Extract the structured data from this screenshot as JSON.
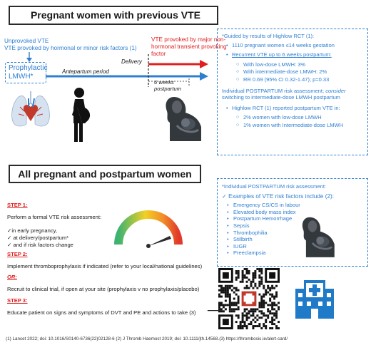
{
  "section1": {
    "title": "Pregnant women with previous VTE",
    "unprovoked_line1": "Unprovoked VTE",
    "unprovoked_line2": "VTE provoked by hormonal or minor risk factors (1)",
    "prophylactic_line1": "Prophylactic",
    "prophylactic_line2": "LMWH*",
    "antepartum_label": "Antepartum period",
    "delivery_label": "Delivery",
    "vte_provoked_major": "VTE provoked by major non-hormonal transient provoking factor",
    "six_weeks_line1": "6 weeks",
    "six_weeks_line2": "postpartum"
  },
  "panel1": {
    "intro": "*Guided by results of Highlow RCT (1):",
    "bullet_enrolled": "1110 pregnant women ≤14 weeks gestation",
    "bullet_recurrent": "Recurrent VTE up to 6 weeks postpartum:",
    "sub_low": "With low-dose LMWH: 3%",
    "sub_intermediate": "With intermediate-dose LMWH: 2%",
    "sub_rr": "RR 0.69 (95% CI 0.32-1.47); p=0.33",
    "individual_pre": "Individual POSTPARTUM risk assessment; ",
    "individual_consider": "consider",
    "individual_post": " switching to intermediate-dose LMWH postpartum",
    "bullet_reported": "Highlow RCT (1) reported postpartum VTE in:",
    "sub_2pct": "2% women with low-dose LMWH",
    "sub_1pct": "1% women with Intermediate-dose LMWH"
  },
  "section2": {
    "title": "All pregnant and postpartum women",
    "step1": "STEP 1:",
    "step1_text": "Perform a formal VTE risk assessment:",
    "check1": "✓in early pregnancy,",
    "check2": "✓ at delivery/postpartum*",
    "check3": "✓ and if risk factors change",
    "step2": "STEP 2:",
    "step2_text": "Implement thromboprophylaxis if indicated (refer to your local/national guidelines)",
    "or_label": "OR:",
    "or_text": "Recruit to clinical trial,  if open at your site (prophylaxis v no prophylaxis/placebo)",
    "step3": "STEP 3:",
    "step3_text": "Educate patient on signs and symptoms of DVT and PE and actions to take (3)",
    "arrow_glyph": "⟶"
  },
  "panel2": {
    "intro": "*Individual POSTPARTUM risk assessment:",
    "examples": "✓  Examples of VTE risk factors include (2):",
    "factors": [
      "Emergency CS/CS in labour",
      "Elevated body mass index",
      "Postpartum Hemorrhage",
      "Sepsis",
      "Thrombophilia",
      "Stillbirth",
      "IUGR",
      "Preeclampsia"
    ]
  },
  "references": "(1) Lancet 2022; doi: 10.1016/S0140-6736(22)02128-6 (2) J Thromb Haemost 2019; doi: 10.1111/jth.14568.(3) https://thrombosis.ie/alert-card/",
  "colors": {
    "blue": "#2f7fd1",
    "red": "#e02020",
    "dark_red": "#c0392b",
    "building_blue": "#1f7ac8"
  },
  "icons": [
    "lungs-heart-icon",
    "pregnant-woman-icon",
    "breastfeeding-mother-icon",
    "risk-gauge-icon",
    "qr-code-icon",
    "hospital-icon"
  ]
}
